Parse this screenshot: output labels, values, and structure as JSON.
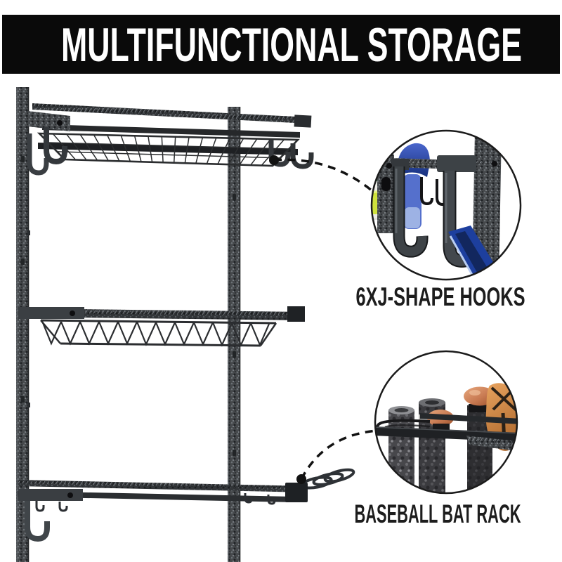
{
  "banner": {
    "title": "MULTIFUNCTIONAL STORAGE"
  },
  "callouts": [
    {
      "label": "6XJ-SHAPE HOOKS"
    },
    {
      "label": "BASEBALL BAT RACK"
    }
  ],
  "colors": {
    "background": "#ffffff",
    "banner_bg": "#0a0a0a",
    "banner_text": "#ffffff",
    "label_text": "#1d1d1d",
    "callout_line": "#121212",
    "metal_gray": "#46494c",
    "metal_dark": "#2b2e31",
    "wire_color": "#2b2d2f",
    "strap_blue": "#1d3f9e",
    "ball_green": "#cfe23d",
    "knob_terracotta": "#c87a52",
    "glove_orange": "#d98c4a"
  }
}
